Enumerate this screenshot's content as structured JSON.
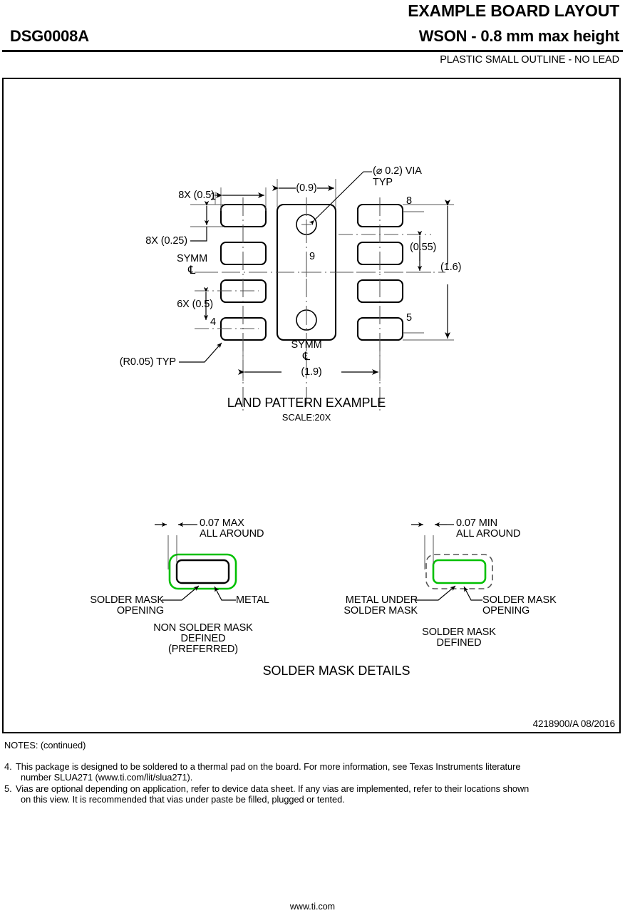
{
  "header": {
    "main_title": "EXAMPLE BOARD LAYOUT",
    "package_code": "DSG0008A",
    "package_desc": "WSON - 0.8 mm max height",
    "subtitle": "PLASTIC SMALL OUTLINE - NO LEAD"
  },
  "frame": {
    "doc_number": "4218900/A   08/2016"
  },
  "land_pattern": {
    "title": "LAND PATTERN EXAMPLE",
    "scale": "SCALE:20X",
    "dim_pad_pitch_x": "8X (0.5)",
    "dim_pad_height": "8X (0.25)",
    "dim_row_pitch": "6X (0.5)",
    "dim_corner_radius": "(R0.05) TYP",
    "dim_thermal_width": "(0.9)",
    "dim_via": "(⌀ 0.2) VIA",
    "dim_via_typ": "TYP",
    "dim_via_spacing": "(0.55)",
    "dim_overall_height": "(1.6)",
    "dim_overall_width": "(1.9)",
    "symm_label": "SYMM",
    "symm_glyph": "℄",
    "pin_1": "1",
    "pin_4": "4",
    "pin_5": "5",
    "pin_8": "8",
    "pin_9": "9"
  },
  "solder_mask": {
    "section_title": "SOLDER MASK DETAILS",
    "left": {
      "dim": "0.07 MAX",
      "dim_line2": "ALL AROUND",
      "callout_a_line1": "SOLDER MASK",
      "callout_a_line2": "OPENING",
      "callout_b": "METAL",
      "caption_line1": "NON SOLDER MASK",
      "caption_line2": "DEFINED",
      "caption_line3": "(PREFERRED)"
    },
    "right": {
      "dim": "0.07 MIN",
      "dim_line2": "ALL AROUND",
      "callout_a_line1": "METAL UNDER",
      "callout_a_line2": "SOLDER MASK",
      "callout_b_line1": "SOLDER MASK",
      "callout_b_line2": "OPENING",
      "caption_line1": "SOLDER MASK",
      "caption_line2": "DEFINED"
    },
    "mask_color": "#00c000"
  },
  "notes": {
    "heading": "NOTES: (continued)",
    "items": [
      {
        "num": "4.",
        "line1": "This package is designed to be soldered to a thermal pad on the board. For more information, see Texas Instruments literature",
        "line2": "number SLUA271 (www.ti.com/lit/slua271)."
      },
      {
        "num": "5.",
        "line1": "Vias are optional depending on application, refer to device data sheet. If any vias are implemented, refer to their locations shown",
        "line2": "on this view. It is recommended that vias under paste be filled, plugged or tented."
      }
    ]
  },
  "footer": {
    "url": "www.ti.com"
  }
}
